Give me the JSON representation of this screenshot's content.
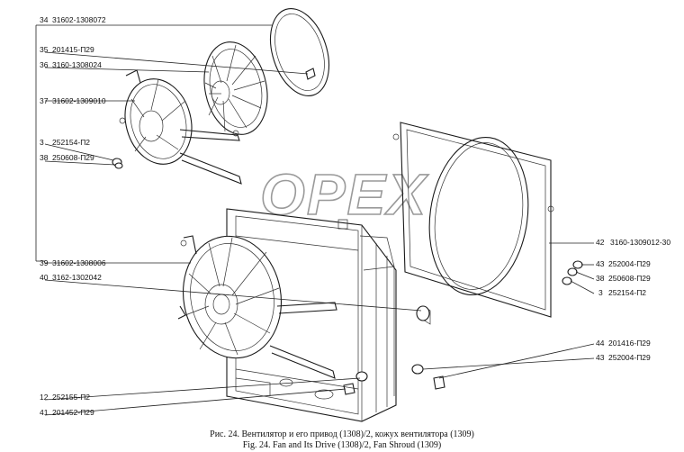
{
  "callouts_left": [
    {
      "num": "34",
      "code": "31602-1308072"
    },
    {
      "num": "35",
      "code": "201415-П29"
    },
    {
      "num": "36",
      "code": "3160-1308024"
    },
    {
      "num": "37",
      "code": "31602-1309010"
    },
    {
      "num": "3",
      "code": "252154-П2"
    },
    {
      "num": "38",
      "code": "250608-П29"
    },
    {
      "num": "39",
      "code": "31602-1308006"
    },
    {
      "num": "40",
      "code": "3162-1302042"
    },
    {
      "num": "12",
      "code": "252155-П2"
    },
    {
      "num": "41",
      "code": "201452-П29"
    }
  ],
  "callouts_right": [
    {
      "num": "42",
      "code": "3160-1309012-30"
    },
    {
      "num": "43",
      "code": "252004-П29"
    },
    {
      "num": "38",
      "code": "250608-П29"
    },
    {
      "num": "3",
      "code": "252154-П2"
    },
    {
      "num": "44",
      "code": "201416-П29"
    },
    {
      "num": "43",
      "code": "252004-П29"
    }
  ],
  "watermark": "OPEX",
  "caption_ru": "Рис. 24. Вентилятор и его привод (1308)/2, кожух вентилятора (1309)",
  "caption_en": "Fig. 24. Fan and Its Drive (1308)/2, Fan Shroud (1309)"
}
